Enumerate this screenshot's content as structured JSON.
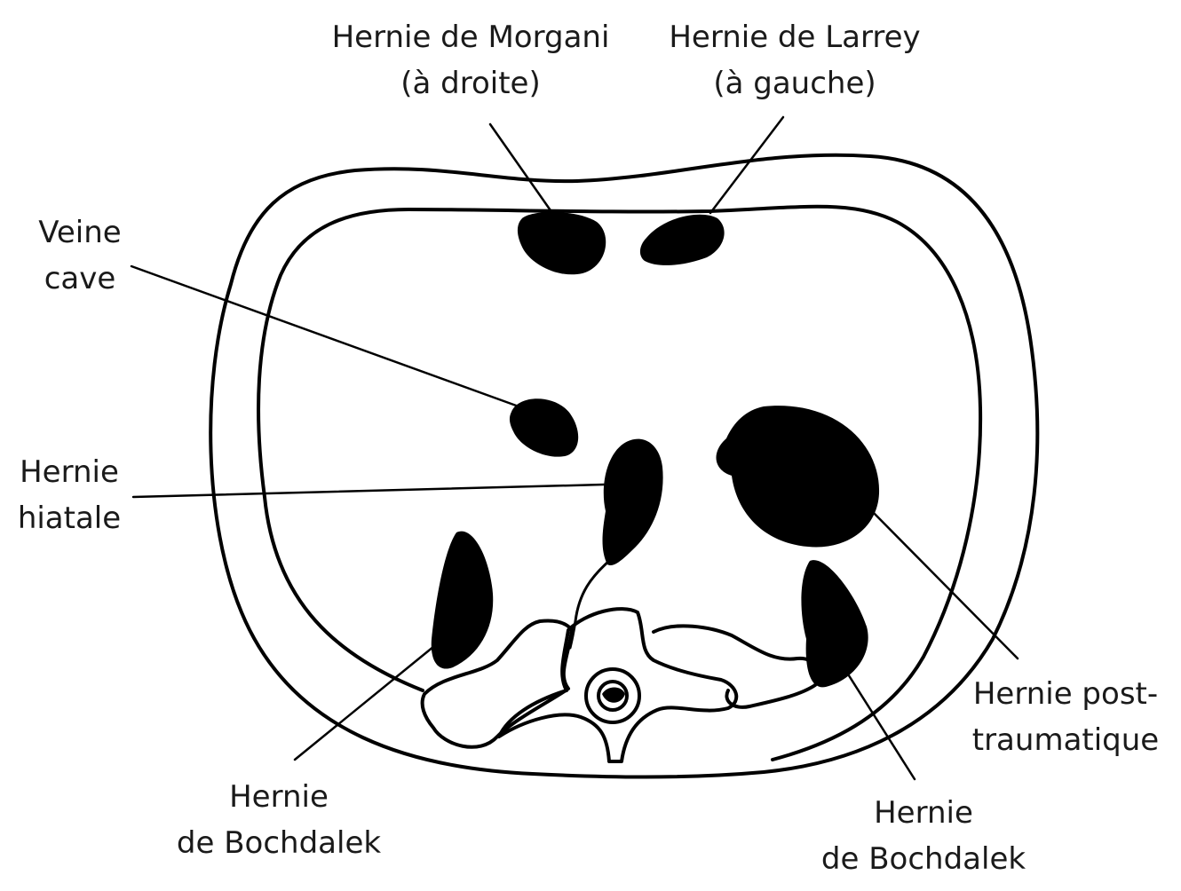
{
  "labels": {
    "morgani": {
      "line1": "Hernie de Morgani",
      "line2": "(à droite)"
    },
    "larrey": {
      "line1": "Hernie de Larrey",
      "line2": "(à gauche)"
    },
    "veine_cave": {
      "line1": "Veine",
      "line2": "cave"
    },
    "hiatale": {
      "line1": "Hernie",
      "line2": "hiatale"
    },
    "bochdalek_right": {
      "line1": "Hernie",
      "line2": "de Bochdalek"
    },
    "bochdalek_left": {
      "line1": "Hernie",
      "line2": "de Bochdalek"
    },
    "post_traumatique": {
      "line1": "Hernie post-",
      "line2": "traumatique"
    }
  }
}
